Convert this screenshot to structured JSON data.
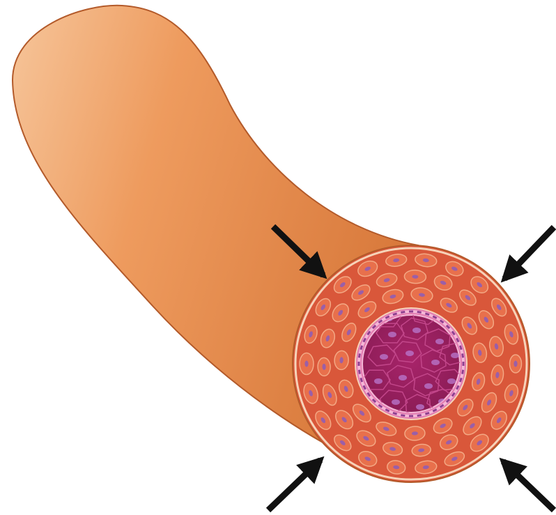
{
  "diagram": {
    "subject": "blood-vessel-cross-section",
    "colors": {
      "background": "#ffffff",
      "tube_light": "#f6c59a",
      "tube_mid": "#ee9b5e",
      "tube_dark": "#d97a3c",
      "tube_outline": "#b35a2a",
      "wall_fill": "#d9573a",
      "wall_cell_fill": "#e8704c",
      "wall_cell_outline": "#f3a884",
      "wall_nucleus": "#9a5fa8",
      "rim_outline": "#f6d3b8",
      "lumen_ring": "#e27bb0",
      "lumen_ring_light": "#f4b6d6",
      "lumen_ring_dots": "#8f3e8f",
      "lumen_fill": "#a8246a",
      "lumen_cell_outline": "#c2468a",
      "lumen_nucleus": "#b97ad0",
      "arrow": "#111111"
    },
    "arrows": [
      {
        "id": "arrow-upper-left",
        "direction": "down-right"
      },
      {
        "id": "arrow-upper-right",
        "direction": "down-left"
      },
      {
        "id": "arrow-lower-left",
        "direction": "up-right"
      },
      {
        "id": "arrow-lower-right",
        "direction": "up-left"
      }
    ]
  }
}
